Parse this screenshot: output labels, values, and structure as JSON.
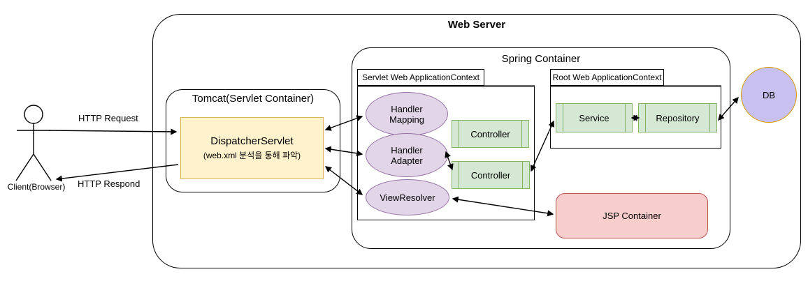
{
  "web_server": {
    "title": "Web Server"
  },
  "client": {
    "label": "Client(Browser)",
    "http_request_label": "HTTP Request",
    "http_respond_label": "HTTP Respond"
  },
  "tomcat": {
    "title": "Tomcat(Servlet Container)",
    "dispatcher_servlet": {
      "title": "DispatcherServlet",
      "subtitle": "(web.xml 분석을 통해 파악)"
    }
  },
  "spring_container": {
    "title": "Spring Container",
    "servlet_context": {
      "label": "Servlet Web ApplicationContext",
      "handler_mapping": "Handler Mapping",
      "handler_adapter": "Handler Adapter",
      "view_resolver": "ViewResolver",
      "controller_1": "Controller",
      "controller_2": "Controller"
    },
    "root_context": {
      "label": "Root Web ApplicationContext",
      "service": "Service",
      "repository": "Repository"
    }
  },
  "db": {
    "label": "DB"
  },
  "jsp_container": {
    "label": "JSP Container"
  },
  "colors": {
    "dispatcher_fill": "#fff2cc",
    "dispatcher_border": "#d6b656",
    "component_fill": "#d5e8d4",
    "component_border": "#82b366",
    "ellipse_fill": "#e1d5e7",
    "ellipse_border": "#9673a6",
    "jsp_fill": "#f8cecc",
    "jsp_border": "#b85450",
    "db_fill": "#c8c1f0",
    "db_border": "#d79b00",
    "arrow": "#000000"
  }
}
